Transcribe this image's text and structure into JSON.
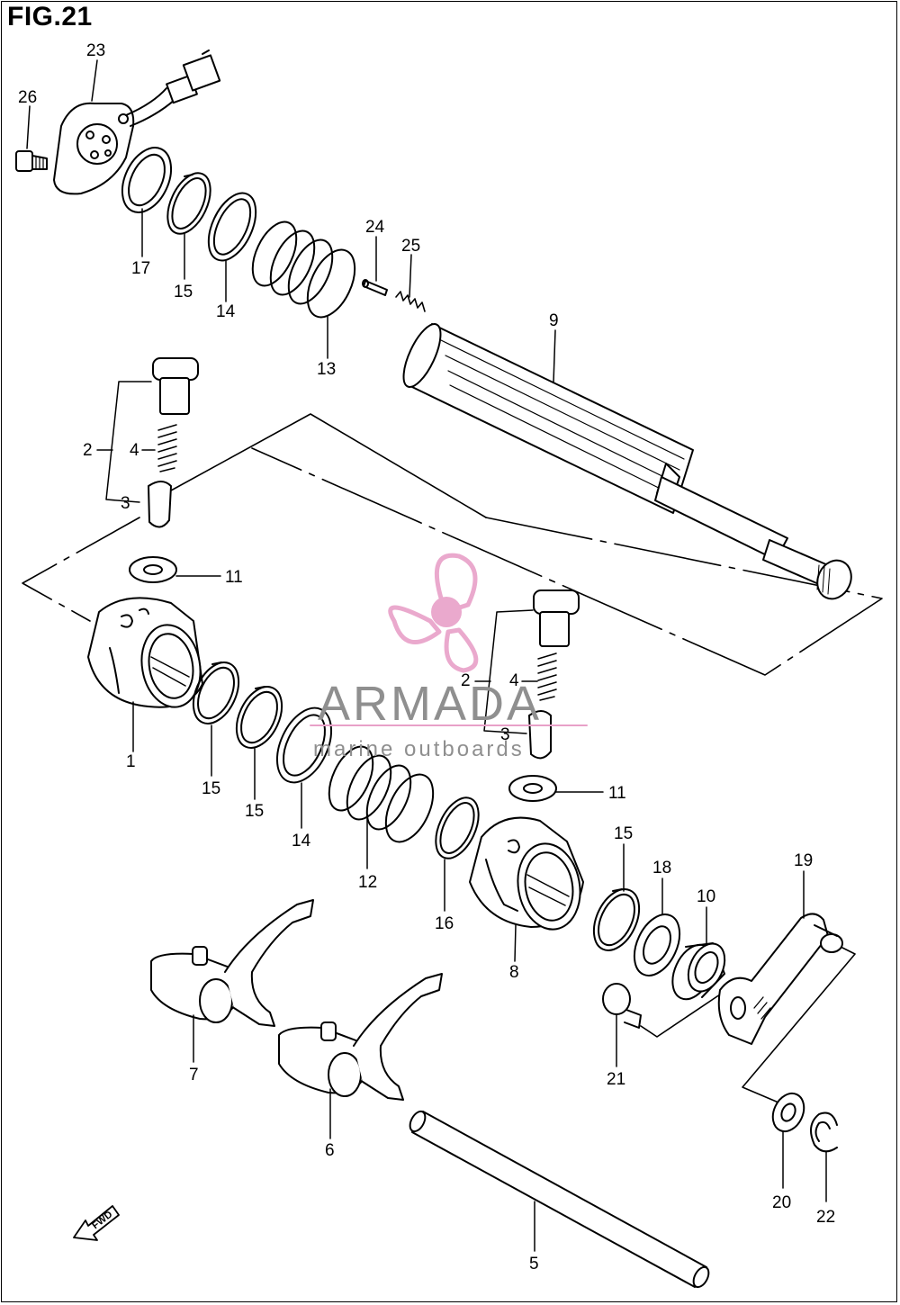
{
  "figure": {
    "title": "FIG.21"
  },
  "watermark": {
    "brand": "ARMADA",
    "tagline": "marine outboards",
    "color_pink": "#e8a0c8",
    "color_text": "#8f8f8f"
  },
  "direction_arrow": {
    "label": "FWD"
  },
  "labels": {
    "l1": "1",
    "l2a": "2",
    "l2b": "2",
    "l3a": "3",
    "l3b": "3",
    "l4a": "4",
    "l4b": "4",
    "l5": "5",
    "l6": "6",
    "l7": "7",
    "l8": "8",
    "l9": "9",
    "l10": "10",
    "l11a": "11",
    "l11b": "11",
    "l12": "12",
    "l13": "13",
    "l14a": "14",
    "l14b": "14",
    "l15a": "15",
    "l15b": "15",
    "l15c": "15",
    "l15d": "15",
    "l16": "16",
    "l17": "17",
    "l18": "18",
    "l19": "19",
    "l20": "20",
    "l21": "21",
    "l22": "22",
    "l23": "23",
    "l24": "24",
    "l25": "25",
    "l26": "26"
  }
}
